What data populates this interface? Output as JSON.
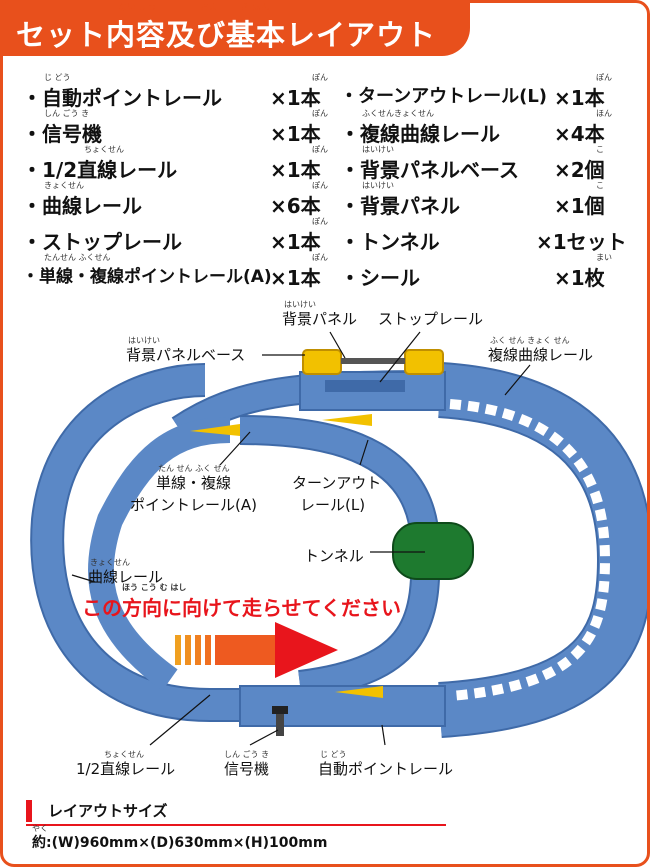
{
  "header": {
    "title": "セット内容及び基本レイアウト",
    "title_ruby": [
      "ない よう",
      "およ",
      "き ほん"
    ]
  },
  "contents": {
    "left": [
      {
        "label": "・自動ポイントレール",
        "qty": "×1本",
        "ruby": "じ どう",
        "qty_ruby": "ぽん"
      },
      {
        "label": "・信号機",
        "qty": "×1本",
        "ruby": "しん ごう き",
        "qty_ruby": "ぽん"
      },
      {
        "label": "・1/2直線レール",
        "qty": "×1本",
        "ruby": "ちょくせん",
        "qty_ruby": "ぽん"
      },
      {
        "label": "・曲線レール",
        "qty": "×6本",
        "ruby": "きょくせん",
        "qty_ruby": "ぽん"
      },
      {
        "label": "・ストップレール",
        "qty": "×1本",
        "ruby": "",
        "qty_ruby": "ぽん"
      },
      {
        "label": "・単線・複線ポイントレール(A)",
        "qty": "×1本",
        "ruby": "たんせん   ふくせん",
        "qty_ruby": "ぽん"
      }
    ],
    "right": [
      {
        "label": "・ターンアウトレール(L)",
        "qty": "×1本",
        "ruby": "",
        "qty_ruby": "ぽん"
      },
      {
        "label": "・複線曲線レール",
        "qty": "×4本",
        "ruby": "ふくせんきょくせん",
        "qty_ruby": "ほん"
      },
      {
        "label": "・背景パネルベース",
        "qty": "×2個",
        "ruby": "はいけい",
        "qty_ruby": "こ"
      },
      {
        "label": "・背景パネル",
        "qty": "×1個",
        "ruby": "はいけい",
        "qty_ruby": "こ"
      },
      {
        "label": "・トンネル",
        "qty": "×1セット",
        "ruby": "",
        "qty_ruby": ""
      },
      {
        "label": "・シール",
        "qty": "×1枚",
        "ruby": "",
        "qty_ruby": "まい"
      }
    ]
  },
  "diagram": {
    "labels": {
      "bg_panel": "背景パネル",
      "bg_panel_ruby": "はいけい",
      "stop_rail": "ストップレール",
      "bg_panel_base": "背景パネルベース",
      "bg_panel_base_ruby": "はいけい",
      "double_curve": "複線曲線レール",
      "double_curve_ruby": "ふく せん きょく せん",
      "single_double_1": "単線・複線",
      "single_double_ruby": "たん せん   ふく せん",
      "single_double_2": "ポイントレール(A)",
      "turnout_1": "ターンアウト",
      "turnout_2": "レール(L)",
      "tunnel": "トンネル",
      "curve": "曲線レール",
      "curve_ruby": "きょくせん",
      "half_straight": "1/2直線レール",
      "half_straight_ruby": "ちょくせん",
      "signal": "信号機",
      "signal_ruby": "しん ごう き",
      "auto_point": "自動ポイントレール",
      "auto_point_ruby": "じ どう"
    },
    "direction": "この方向に向けて走らせてください",
    "direction_ruby": "ほう こう     む      はし"
  },
  "layout_size": {
    "heading": "レイアウトサイズ",
    "value": "約:(W)960mm×(D)630mm×(H)100mm",
    "value_ruby": "やく"
  },
  "colors": {
    "accent": "#e8501c",
    "rail": "#5b88c6",
    "rail_dark": "#3f6aa8",
    "tunnel": "#1e7a2f",
    "arrow": "#e8151c",
    "yellow": "#f2c100"
  }
}
